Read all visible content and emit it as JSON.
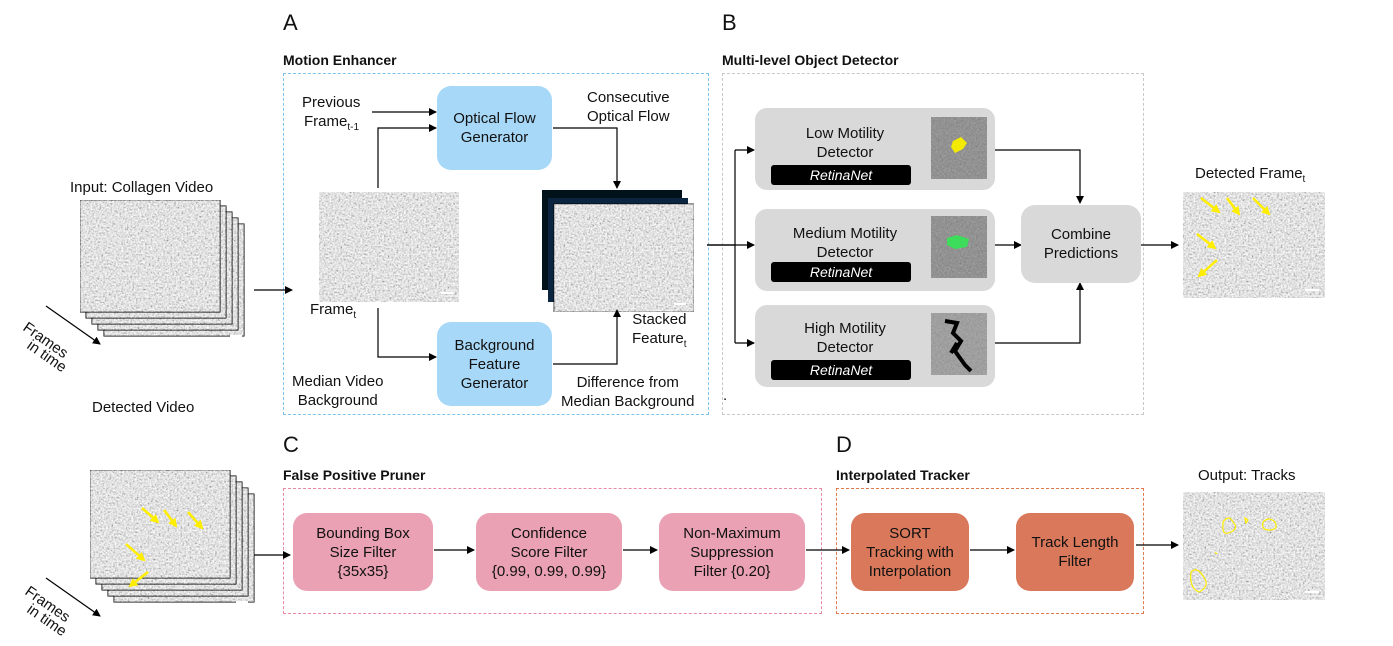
{
  "sections": {
    "a": {
      "letter": "A",
      "title": "Motion Enhancer"
    },
    "b": {
      "letter": "B",
      "title": "Multi-level Object Detector"
    },
    "c": {
      "letter": "C",
      "title": "False Positive Pruner"
    },
    "d": {
      "letter": "D",
      "title": "Interpolated Tracker"
    }
  },
  "labels": {
    "input_video": "Input: Collagen Video",
    "frames_in_time_1": "Frames",
    "frames_in_time_2": "in time",
    "previous_frame": "Previous",
    "previous_frame_2": "Frame",
    "previous_frame_sub": "t-1",
    "frame_t": "Frame",
    "frame_t_sub": "t",
    "median_bg_1": "Median  Video",
    "median_bg_2": "Background",
    "consecutive_flow_1": "Consecutive",
    "consecutive_flow_2": "Optical Flow",
    "stacked_1": "Stacked",
    "stacked_2": "Feature",
    "stacked_sub": "t",
    "diff_median_1": "Difference from",
    "diff_median_2": "Median Background",
    "detected_frame": "Detected Frame",
    "detected_frame_sub": "t",
    "detected_video": "Detected Video",
    "output_tracks": "Output: Tracks",
    "dot": "."
  },
  "boxes": {
    "optical_flow": {
      "line1": "Optical Flow",
      "line2": "Generator"
    },
    "background_gen": {
      "line1": "Background",
      "line2": "Feature",
      "line3": "Generator"
    },
    "combine": {
      "line1": "Combine",
      "line2": "Predictions"
    },
    "bbox_filter": {
      "line1": "Bounding Box",
      "line2": "Size Filter",
      "line3": "{35x35}"
    },
    "confidence_filter": {
      "line1": "Confidence",
      "line2": "Score Filter",
      "line3": "{0.99, 0.99, 0.99}"
    },
    "nms_filter": {
      "line1": "Non-Maximum",
      "line2": "Suppression",
      "line3": "Filter  {0.20}"
    },
    "sort_tracking": {
      "line1": "SORT",
      "line2": "Tracking with",
      "line3": "Interpolation"
    },
    "track_length": {
      "line1": "Track Length",
      "line2": "Filter"
    }
  },
  "detectors": [
    {
      "line1": "Low Motility",
      "line2": "Detector",
      "model": "RetinaNet"
    },
    {
      "line1": "Medium Motility",
      "line2": "Detector",
      "model": "RetinaNet"
    },
    {
      "line1": "High Motility",
      "line2": "Detector",
      "model": "RetinaNet"
    }
  ],
  "colors": {
    "blue_box": "#a8d8f8",
    "grey_box": "#d9d9d9",
    "pink_box": "#e9a1b3",
    "orange_box": "#d9785a",
    "dash_blue": "#7ec3ec",
    "dash_grey": "#c8c8c8",
    "dash_pink": "#e88aa2",
    "dash_orange": "#e07a4f",
    "arrow_yellow": "#ffee00"
  }
}
